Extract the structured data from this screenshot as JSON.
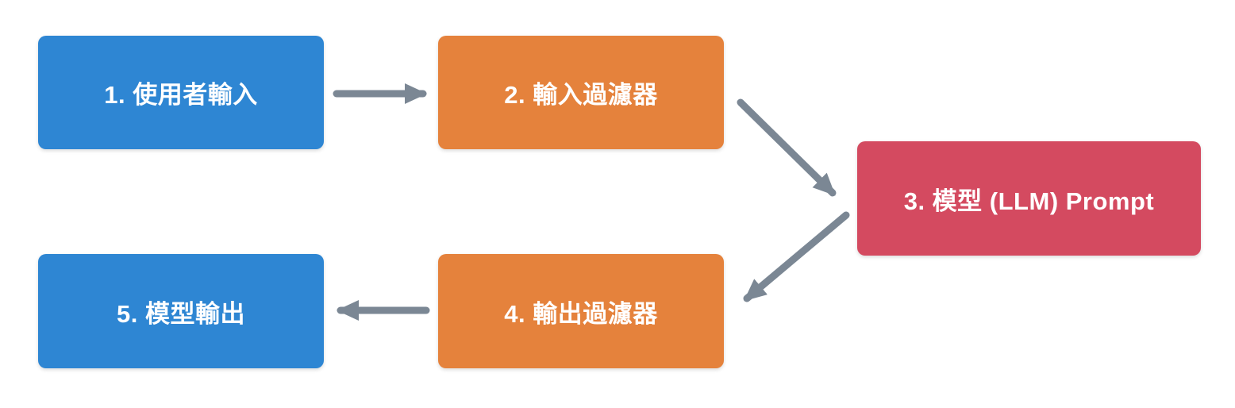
{
  "diagram": {
    "background": "#FFFFFF",
    "arrow_color": "#7B8794",
    "text_color": "#FFFFFF",
    "nodes": [
      {
        "id": "user-input",
        "label": "1. 使用者輸入",
        "color": "#2E86D3",
        "shape": "rounded-rect"
      },
      {
        "id": "input-filter",
        "label": "2. 輸入過濾器",
        "color": "#E5823C",
        "shape": "rounded-rect"
      },
      {
        "id": "model-prompt",
        "label": "3. 模型 (LLM) Prompt",
        "color": "#D44A60",
        "shape": "rounded-rect"
      },
      {
        "id": "output-filter",
        "label": "4. 輸出過濾器",
        "color": "#E5823C",
        "shape": "rounded-rect"
      },
      {
        "id": "model-output",
        "label": "5. 模型輸出",
        "color": "#2E86D3",
        "shape": "rounded-rect"
      }
    ],
    "edges": [
      {
        "from": "user-input",
        "to": "input-filter",
        "direction": "right"
      },
      {
        "from": "input-filter",
        "to": "model-prompt",
        "direction": "down-right"
      },
      {
        "from": "model-prompt",
        "to": "output-filter",
        "direction": "down-left"
      },
      {
        "from": "output-filter",
        "to": "model-output",
        "direction": "left"
      }
    ]
  }
}
